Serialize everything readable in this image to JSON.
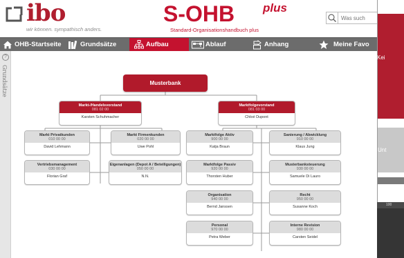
{
  "header": {
    "logo": "ibo",
    "tagline": "wir können. sympathisch anders.",
    "title": "S-OHB",
    "title_plus": "plus",
    "subtitle": "Standard-Organisationshandbuch plus",
    "search_placeholder": "Was such"
  },
  "nav": {
    "items": [
      {
        "label": "OHB-Startseite",
        "icon": "home-icon"
      },
      {
        "label": "Grundsätze",
        "icon": "books-icon"
      },
      {
        "label": "Aufbau",
        "icon": "org-chart-icon",
        "active": true
      },
      {
        "label": "Ablauf",
        "icon": "process-icon"
      },
      {
        "label": "Anhang",
        "icon": "attachment-icon"
      },
      {
        "label": "Meine Favo",
        "icon": "star-icon"
      }
    ]
  },
  "sidebar": {
    "label": "Grundsätze",
    "icon_char": "?"
  },
  "org": {
    "root": "Musterbank",
    "boards": [
      {
        "title": "Markt-/Handelsvorstand",
        "code": "081 02 00",
        "person": "Karsten Schuhmacher"
      },
      {
        "title": "Marktfolgevorstand",
        "code": "081 03 00",
        "person": "Chloé Dupont"
      }
    ],
    "units": [
      {
        "title": "Markt Privatkunden",
        "code": "010 00 00",
        "person": "David Lehmann"
      },
      {
        "title": "Markt Firmenkunden",
        "code": "020 00 00",
        "person": "Uwe Pohl"
      },
      {
        "title": "Vertriebsmanagement",
        "code": "030 00 00",
        "person": "Florian Graf"
      },
      {
        "title": "Eigenanlagen (Depot A / Beteiligungen)",
        "code": "050 00 00",
        "person": "N.N."
      },
      {
        "title": "Marktfolge Aktiv",
        "code": "900 00 00",
        "person": "Katja Braun"
      },
      {
        "title": "Sanierung / Abwicklung",
        "code": "910 00 00",
        "person": "Klaus Jung"
      },
      {
        "title": "Marktfolge Passiv",
        "code": "920 00 00",
        "person": "Thorsten Huber"
      },
      {
        "title": "Musterbanksteuerung",
        "code": "930 00 00",
        "person": "Samuele Di Lauro"
      },
      {
        "title": "Organisation",
        "code": "940 00 00",
        "person": "Bernd Janssen"
      },
      {
        "title": "Recht",
        "code": "950 00 00",
        "person": "Susanne Koch"
      },
      {
        "title": "Personal",
        "code": "970 00 00",
        "person": "Petra Weber"
      },
      {
        "title": "Interne Revision",
        "code": "980 00 00",
        "person": "Carsten Seidel"
      }
    ]
  },
  "window2": {
    "red_text": "Kei",
    "grey_text": "Unt",
    "status": "100"
  },
  "colors": {
    "brand_red": "#c4122f",
    "box_red": "#b11a2b",
    "nav_grey": "#6c6c6c",
    "box_head": "#dcdcdc"
  }
}
